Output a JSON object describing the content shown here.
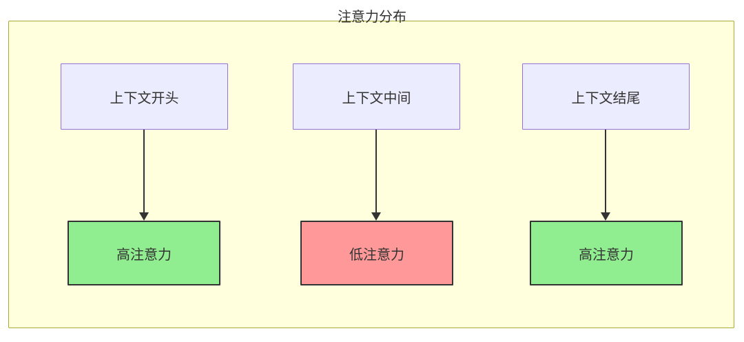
{
  "diagram": {
    "title": "注意力分布",
    "top_nodes": [
      {
        "label": "上下文开头"
      },
      {
        "label": "上下文中间"
      },
      {
        "label": "上下文结尾"
      }
    ],
    "bottom_nodes": [
      {
        "label": "高注意力",
        "type": "high"
      },
      {
        "label": "低注意力",
        "type": "low"
      },
      {
        "label": "高注意力",
        "type": "high"
      }
    ],
    "edges": [
      {
        "from": "上下文开头",
        "to": "高注意力"
      },
      {
        "from": "上下文中间",
        "to": "低注意力"
      },
      {
        "from": "上下文结尾",
        "to": "高注意力"
      }
    ],
    "colors": {
      "container_bg": "#ffffde",
      "container_border": "#aaaa33",
      "context_node_bg": "#ececff",
      "context_node_border": "#9370db",
      "high_attention_bg": "#90ee90",
      "low_attention_bg": "#ff9999",
      "result_node_border": "#333333",
      "arrow": "#333333",
      "text": "#333333"
    }
  }
}
